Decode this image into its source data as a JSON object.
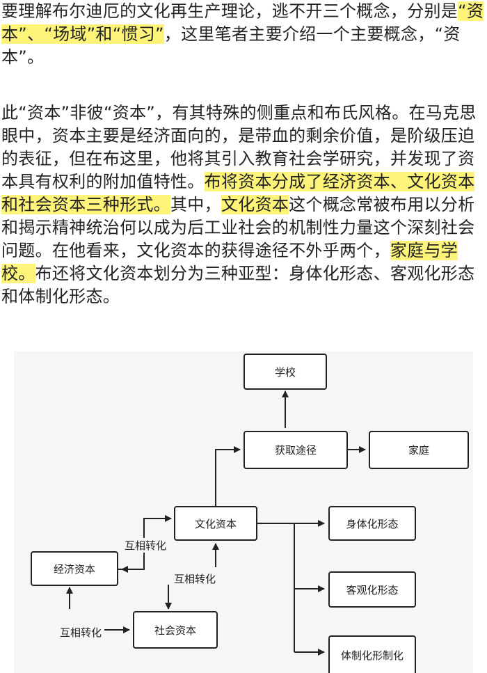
{
  "article": {
    "p1": {
      "t1": "要理解布尔迪厄的文化再生产理论，逃不开三个概念，分别是",
      "h1": "“资本”、“场域”和“惯习”",
      "t2": "，这里笔者主要介绍一个主要概念，“资本”。"
    },
    "p2": {
      "t1": "此“资本”非彼“资本”，有其特殊的侧重点和布氏风格。在马克思眼中，资本主要是经济面向的，是带血的剩余价值，是阶级压迫的表征，但在布这里，他将其引入教育社会学研究，并发现了资本具有权利的附加值特性。",
      "h1": "布将资本分成了经济资本、文化资本和社会资本三种形式。",
      "t2": "其中，",
      "h2": "文化资本",
      "t3": "这个概念常被布用以分析和揭示精神统治何以成为后工业社会的机制性力量这个深刻社会问题。在他看来，文化资本的获得途径不外乎两个，",
      "h3": "家庭与学校。",
      "t4": "布还将文化资本划分为三种亚型：身体化形态、客观化形态和体制化形态。"
    }
  },
  "diagram": {
    "nodes": {
      "school": "学校",
      "acquire": "获取途径",
      "family": "家庭",
      "cultural": "文化资本",
      "embodied": "身体化形态",
      "economic": "经济资本",
      "objectified": "客观化形态",
      "social": "社会资本",
      "institutional": "体制化形制化"
    },
    "edge_labels": {
      "econ_cultural": "互相转化",
      "cultural_social": "互相转化",
      "econ_social": "互相转化"
    }
  }
}
